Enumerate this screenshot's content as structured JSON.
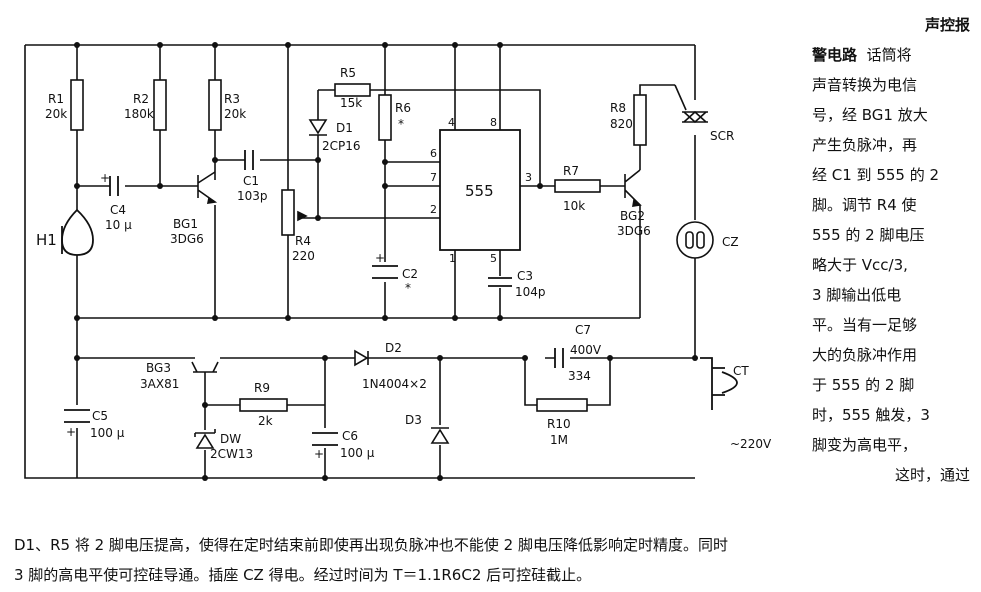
{
  "text": {
    "title_line1": "声控报",
    "title_line2": "警电路",
    "side_lines": [
      "话筒将",
      "声音转换为电信",
      "号，经 BG1 放大",
      "产生负脉冲，再",
      "经 C1 到 555 的 2",
      "脚。调节 R4 使",
      "555 的 2 脚电压",
      "略大于 Vcc/3,",
      "3 脚输出低电",
      "平。当有一足够",
      "大的负脉冲作用",
      "于 555 的 2 脚",
      "时，555 触发，3",
      "脚变为高电平，",
      "这时，通过"
    ],
    "bottom_lines": [
      "D1、R5 将 2 脚电压提高，使得在定时结束前即使再出现负脉冲也不能使 2 脚电压降低影响定时精度。同时",
      "3 脚的高电平使可控硅导通。插座 CZ 得电。经过时间为 T＝1.1R6C2 后可控硅截止。"
    ]
  },
  "labels": {
    "R1": "R1",
    "R1v": "20k",
    "R2": "R2",
    "R2v": "180k",
    "R3": "R3",
    "R3v": "20k",
    "C1": "C1",
    "C1v": "103p",
    "R5": "R5",
    "R5v": "15k",
    "D1": "D1",
    "D1v": "2CP16",
    "R6": "R6",
    "R6v": "*",
    "R4": "R4",
    "R4v": "220",
    "C4": "C4",
    "C4v": "10 μ",
    "BG1": "BG1",
    "BG1v": "3DG6",
    "H1": "H1",
    "C2": "C2",
    "C2v": "*",
    "IC": "555",
    "C3": "C3",
    "C3v": "104p",
    "R7": "R7",
    "R7v": "10k",
    "R8": "R8",
    "R8v": "820",
    "BG2": "BG2",
    "BG2v": "3DG6",
    "SCR": "SCR",
    "CZ": "CZ",
    "BG3": "BG3",
    "BG3v": "3AX81",
    "R9": "R9",
    "R9v": "2k",
    "DW": "DW",
    "DWv": "2CW13",
    "C5": "C5",
    "C5v": "100 μ",
    "C6": "C6",
    "C6v": "100 μ",
    "D2": "D2",
    "D2v": "1N4004×2",
    "D3": "D3",
    "C7": "C7",
    "C7v1": "400V",
    "C7v2": "334",
    "R10": "R10",
    "R10v": "1M",
    "CT": "CT",
    "CTv": "~220V",
    "plus": "+",
    "pins": {
      "p2": "2",
      "p3": "3",
      "p4": "4",
      "p5": "5",
      "p6": "6",
      "p7": "7",
      "p8": "8",
      "p1": "1"
    }
  }
}
